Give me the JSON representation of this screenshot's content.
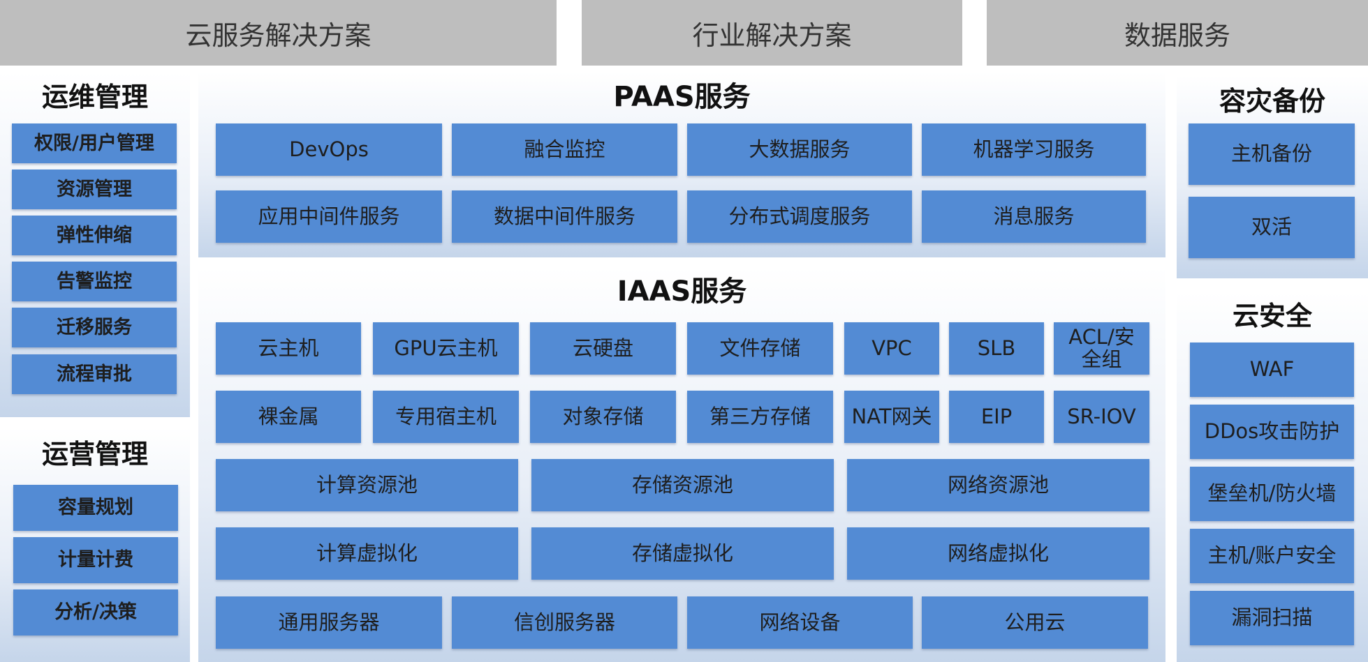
{
  "top": [
    "云服务解决方案",
    "行业解决方案",
    "数据服务"
  ],
  "ops": {
    "title": "运维管理",
    "items": [
      "权限/用户管理",
      "资源管理",
      "弹性伸缩",
      "告警监控",
      "迁移服务",
      "流程审批"
    ]
  },
  "operate": {
    "title": "运营管理",
    "items": [
      "容量规划",
      "计量计费",
      "分析/决策"
    ]
  },
  "paas": {
    "title": "PAAS服务",
    "row1": [
      "DevOps",
      "融合监控",
      "大数据服务",
      "机器学习服务"
    ],
    "row2": [
      "应用中间件服务",
      "数据中间件服务",
      "分布式调度服务",
      "消息服务"
    ]
  },
  "iaas": {
    "title": "IAAS服务",
    "row1": [
      "云主机",
      "GPU云主机",
      "云硬盘",
      "文件存储",
      "VPC",
      "SLB",
      "ACL/安\n全组"
    ],
    "row2": [
      "裸金属",
      "专用宿主机",
      "对象存储",
      "第三方存储",
      "NAT网关",
      "EIP",
      "SR-IOV"
    ],
    "row3": [
      "计算资源池",
      "存储资源池",
      "网络资源池"
    ],
    "row4": [
      "计算虚拟化",
      "存储虚拟化",
      "网络虚拟化"
    ],
    "row5": [
      "通用服务器",
      "信创服务器",
      "网络设备",
      "公用云"
    ]
  },
  "dr": {
    "title": "容灾备份",
    "items": [
      "主机备份",
      "双活"
    ]
  },
  "security": {
    "title": "云安全",
    "items": [
      "WAF",
      "DDos攻击防护",
      "堡垒机/防火墙",
      "主机/账户安全",
      "漏洞扫描"
    ]
  },
  "colors": {
    "box": "#538bd4",
    "topbar": "#bebebe"
  }
}
